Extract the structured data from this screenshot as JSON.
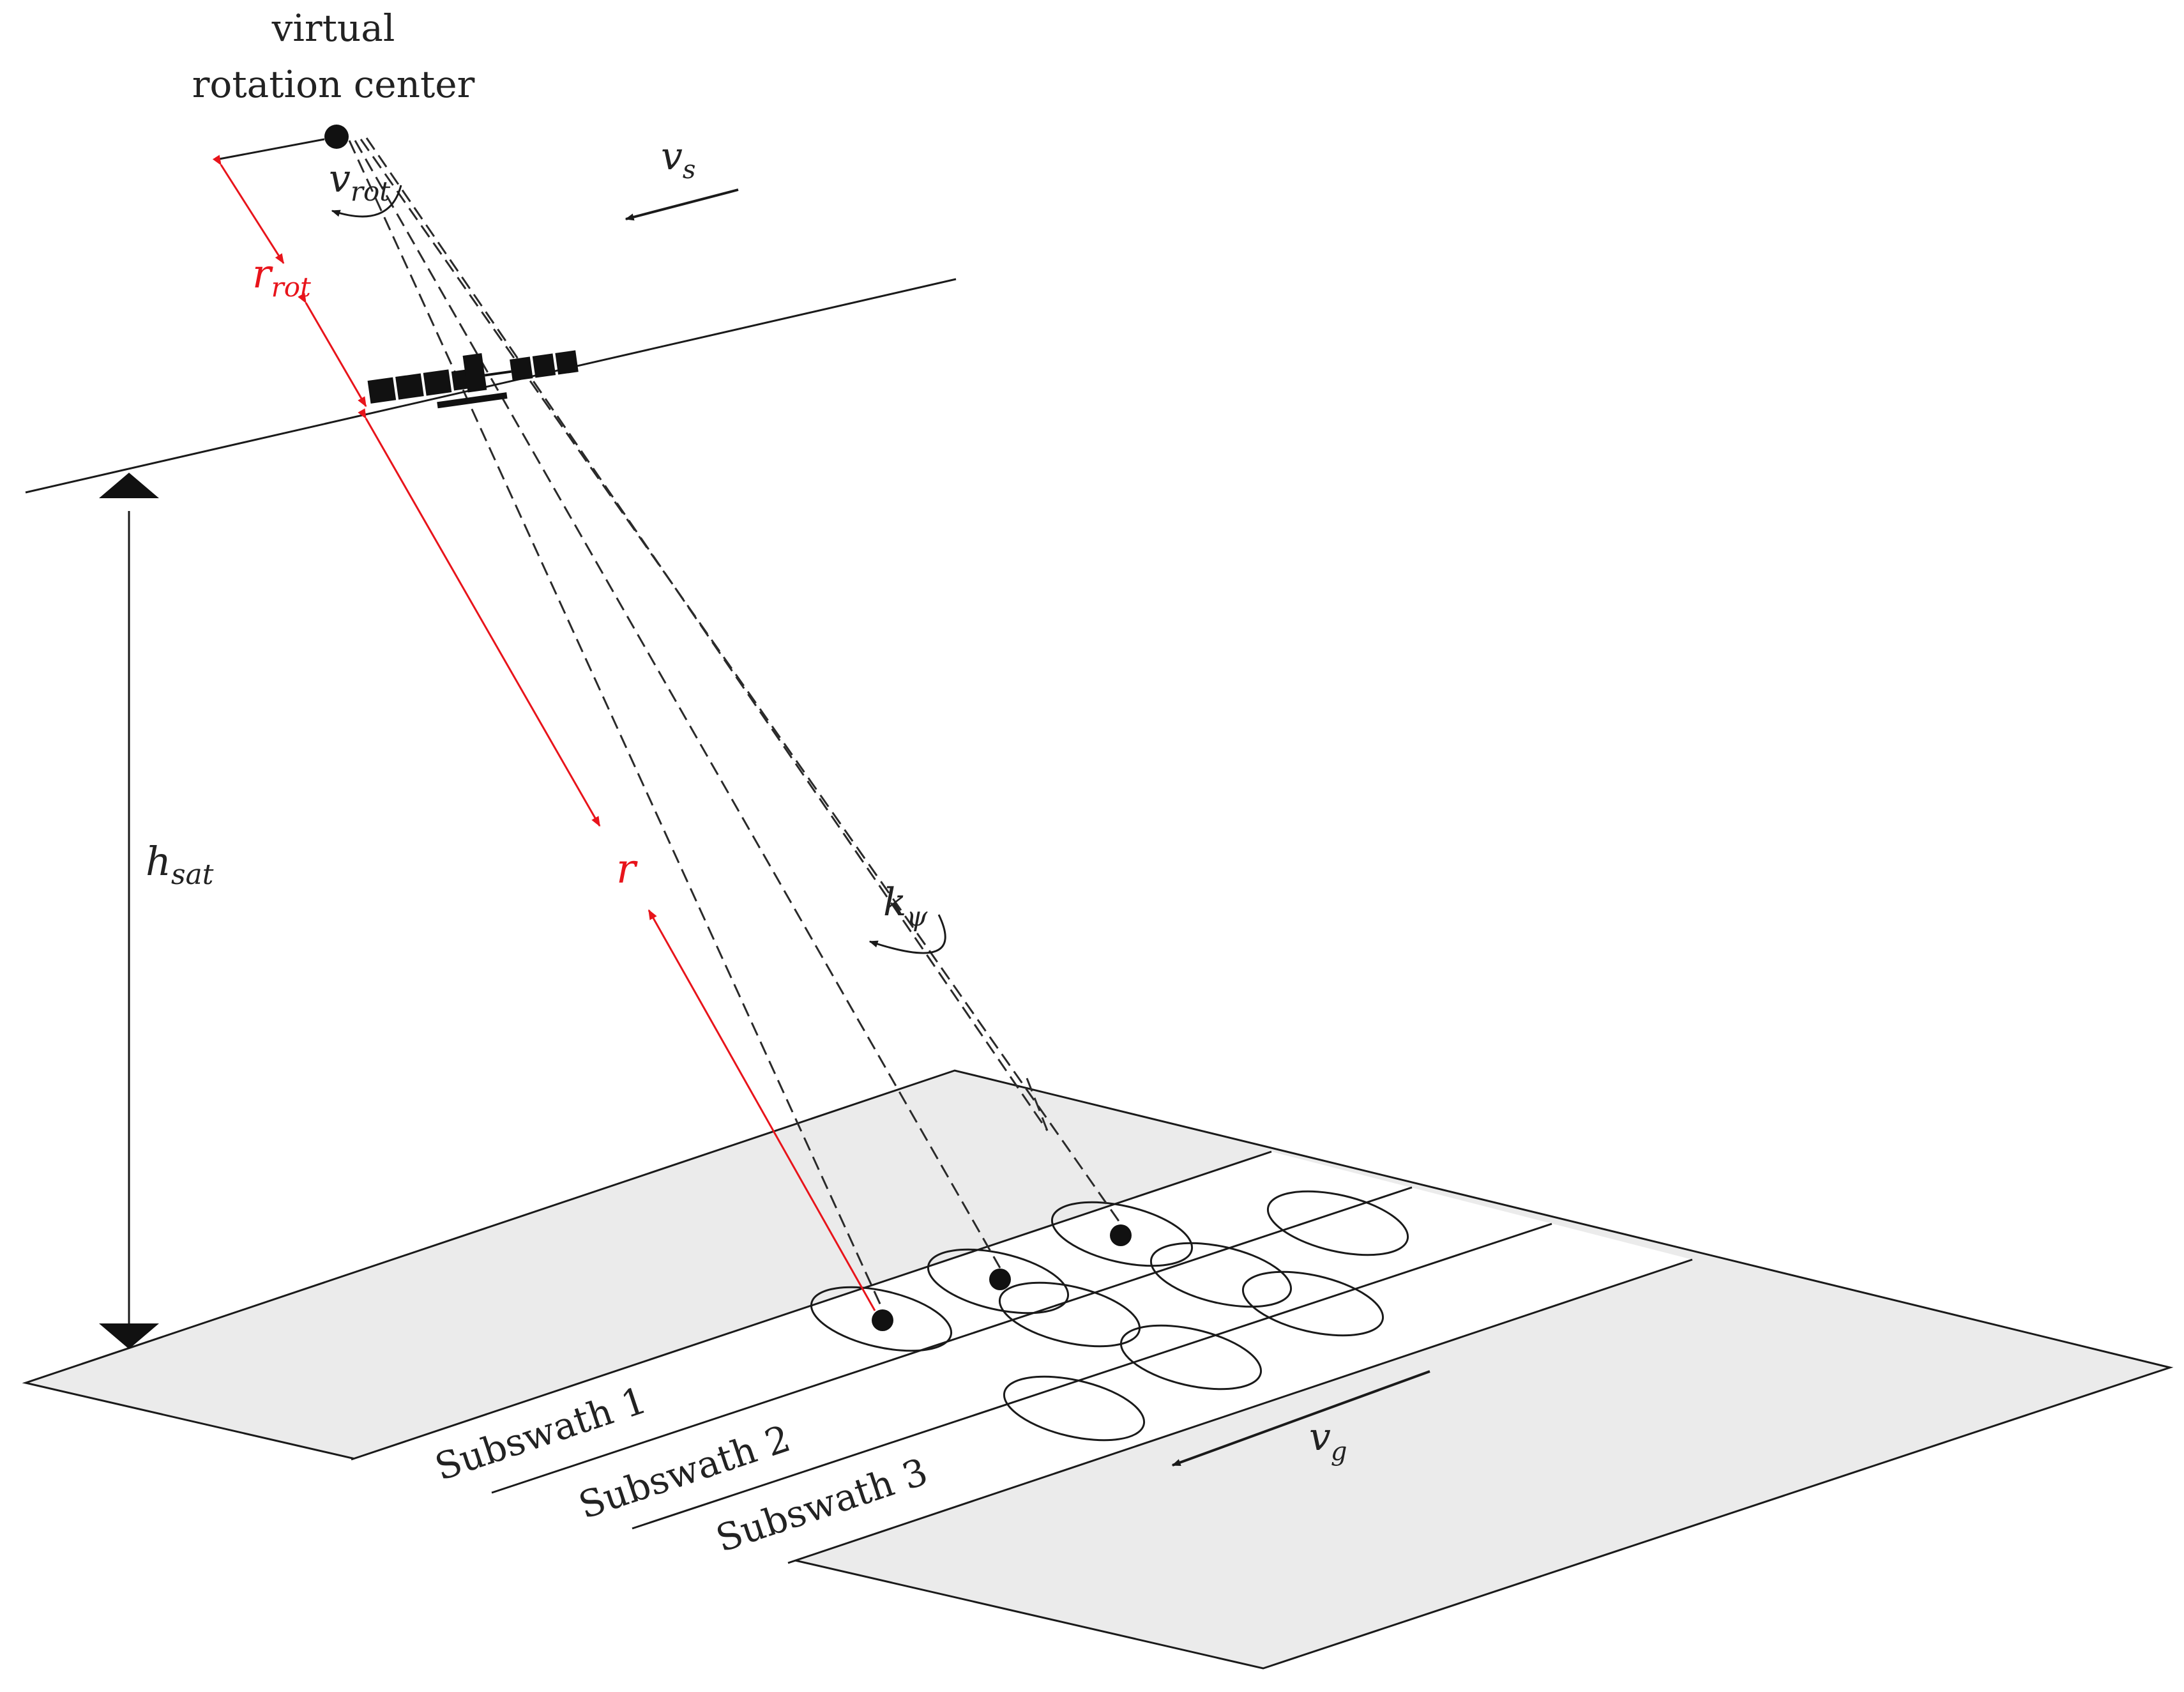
{
  "labels": {
    "rotation_center_line1": "virtual",
    "rotation_center_line2": "rotation center",
    "v_rot_main": "v",
    "v_rot_sub": "rot",
    "v_s_main": "v",
    "v_s_sub": "s",
    "r_rot_main": "r",
    "r_rot_sub": "rot",
    "h_sat_main": "h",
    "h_sat_sub": "sat",
    "r": "r",
    "k_psi_main": "k",
    "k_psi_sub": "ψ",
    "v_g_main": "v",
    "v_g_sub": "g",
    "subswath_1": "Subswath 1",
    "subswath_2": "Subswath 2",
    "subswath_3": "Subswath 3"
  },
  "colors": {
    "line": "#1a1a1a",
    "red": "#e8141b",
    "ground_fill": "#ebebeb",
    "swath_fill": "#ffffff"
  }
}
